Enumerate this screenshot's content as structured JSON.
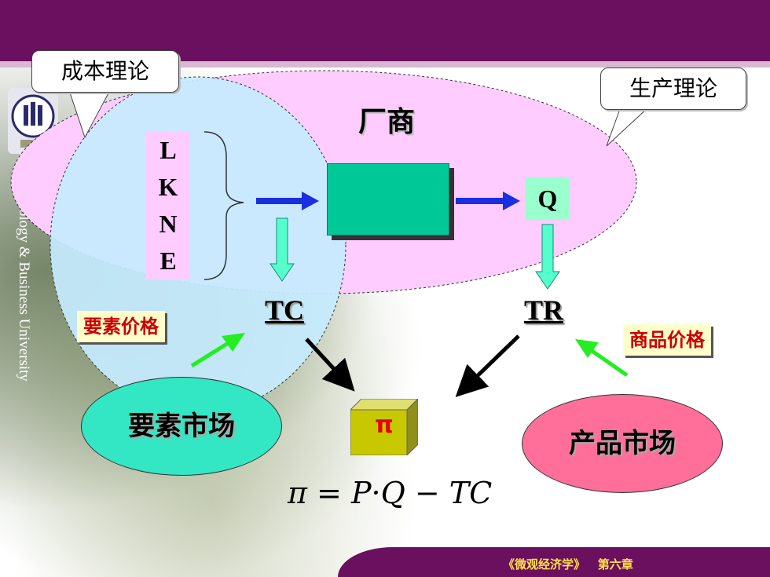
{
  "callouts": {
    "cost_theory": "成本理论",
    "production_theory": "生产理论"
  },
  "firm": {
    "title": "厂商"
  },
  "factors": [
    "L",
    "K",
    "N",
    "E"
  ],
  "output": "Q",
  "terms": {
    "total_cost": "TC",
    "total_revenue": "TR"
  },
  "prices": {
    "factor_price": "要素价格",
    "goods_price": "商品价格"
  },
  "markets": {
    "factor_market": "要素市场",
    "product_market": "产品市场"
  },
  "profit": {
    "symbol": "π",
    "formula": "π = P·Q − TC"
  },
  "side_text": "ing Technology & Business University",
  "footer": {
    "book": "《微观经济学》",
    "chapter": "第六章"
  },
  "colors": {
    "accent": "#6b0f5f",
    "firm_box": "#00c896",
    "factor_box": "#ffccff",
    "q_box": "#99ffcc"
  }
}
